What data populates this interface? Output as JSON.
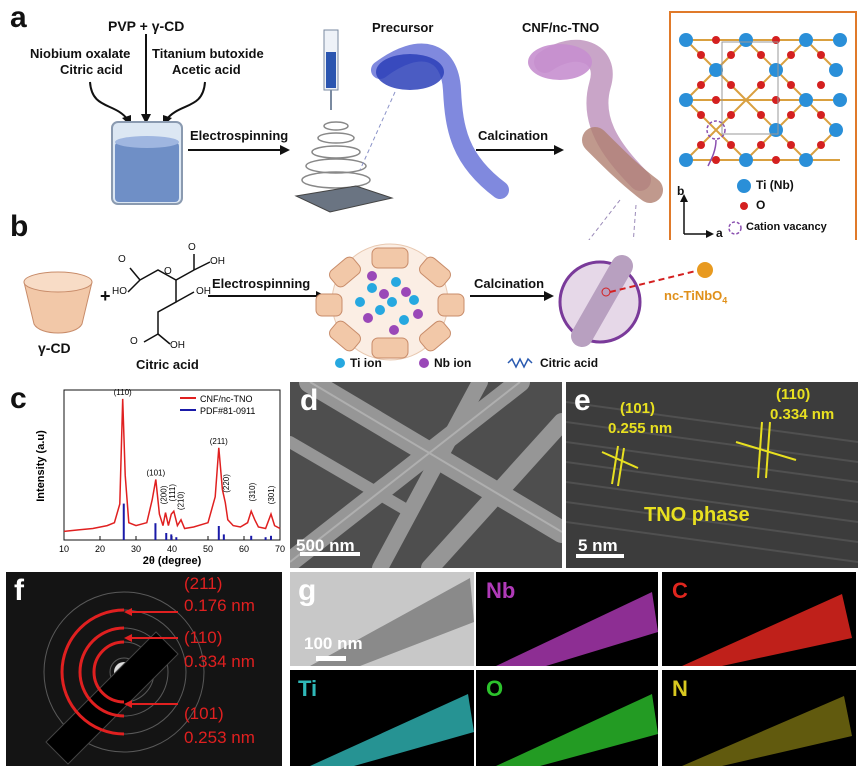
{
  "panels": {
    "a": "a",
    "b": "b",
    "c": "c",
    "d": "d",
    "e": "e",
    "f": "f",
    "g": "g"
  },
  "panel_a": {
    "reagents_top": "PVP + γ-CD",
    "reagents_left_1": "Niobium oxalate",
    "reagents_left_2": "Citric acid",
    "reagents_right_1": "Titanium butoxide",
    "reagents_right_2": "Acetic acid",
    "step1": "Electrospinning",
    "precursor": "Precursor",
    "step2": "Calcination",
    "product": "CNF/nc-TNO",
    "crystal_legend": {
      "ti": "Ti (Nb)",
      "o": "O",
      "vacancy": "Cation vacancy",
      "axis_b": "b",
      "axis_a": "a"
    }
  },
  "panel_b": {
    "cd_label": "γ-CD",
    "plus": "+",
    "citric": "Citric acid",
    "step1": "Electrospinning",
    "step2": "Calcination",
    "product": "nc-TiNbO",
    "product_sub": "4",
    "legend_ti": "Ti  ion",
    "legend_nb": "Nb ion",
    "legend_ca": "Citric acid",
    "molecule_atoms": [
      "O",
      "HO",
      "O",
      "OH",
      "O",
      "OH",
      "OH",
      "O"
    ]
  },
  "panel_c": {
    "legend": [
      "CNF/nc-TNO",
      "PDF#81-0911"
    ],
    "peak_labels": [
      "(110)",
      "(101)",
      "(200)",
      "(111)",
      "(210)",
      "(211)",
      "(220)",
      "(310)",
      "(301)"
    ],
    "colors": {
      "measured": "#e02020",
      "reference": "#1a1aa8"
    }
  },
  "panel_d": {
    "scale": "500 nm"
  },
  "panel_e": {
    "d101": "(101)",
    "d101_val": "0.255 nm",
    "d110": "(110)",
    "d110_val": "0.334 nm",
    "phase": "TNO phase",
    "scale": "5 nm"
  },
  "panel_f": {
    "rings": [
      {
        "hkl": "(211)",
        "d": "0.176 nm"
      },
      {
        "hkl": "(110)",
        "d": "0.334 nm"
      },
      {
        "hkl": "(101)",
        "d": "0.253 nm"
      }
    ]
  },
  "panel_g": {
    "scale": "100 nm",
    "maps": [
      {
        "el": "Nb",
        "color": "#b03ab8"
      },
      {
        "el": "C",
        "color": "#e0261e"
      },
      {
        "el": "Ti",
        "color": "#2fb8b8"
      },
      {
        "el": "O",
        "color": "#2cc22c"
      },
      {
        "el": "N",
        "color": "#d8c820"
      }
    ]
  },
  "chart_data": {
    "type": "line",
    "title": "",
    "xlabel": "2θ (degree)",
    "ylabel": "Intensity (a.u)",
    "xlim": [
      10,
      70
    ],
    "xticks": [
      "10",
      "20",
      "30",
      "40",
      "50",
      "60",
      "70"
    ],
    "series": [
      {
        "name": "CNF/nc-TNO",
        "x": [
          10,
          14,
          18,
          22,
          24,
          25.5,
          26.3,
          27,
          28,
          30,
          33,
          34.5,
          35.5,
          36.5,
          37.5,
          38.2,
          39,
          39.8,
          40.5,
          41.5,
          42.5,
          43.5,
          46,
          50,
          52,
          53,
          54,
          54.8,
          55.5,
          57,
          59,
          61,
          62,
          63,
          64,
          66,
          67.5,
          68.5,
          70
        ],
        "y": [
          0.06,
          0.07,
          0.08,
          0.1,
          0.12,
          0.25,
          0.98,
          0.45,
          0.12,
          0.1,
          0.12,
          0.28,
          0.42,
          0.18,
          0.1,
          0.19,
          0.1,
          0.18,
          0.2,
          0.1,
          0.14,
          0.08,
          0.09,
          0.12,
          0.3,
          0.64,
          0.35,
          0.26,
          0.14,
          0.1,
          0.09,
          0.12,
          0.2,
          0.14,
          0.09,
          0.08,
          0.18,
          0.1,
          0.08
        ]
      },
      {
        "name": "PDF#81-0911",
        "type": "stick",
        "x": [
          26.6,
          35.4,
          38.4,
          39.8,
          41.2,
          53.0,
          54.4,
          62.0,
          66.0,
          67.5
        ],
        "y": [
          0.26,
          0.12,
          0.05,
          0.04,
          0.02,
          0.1,
          0.04,
          0.03,
          0.02,
          0.03
        ]
      }
    ]
  }
}
